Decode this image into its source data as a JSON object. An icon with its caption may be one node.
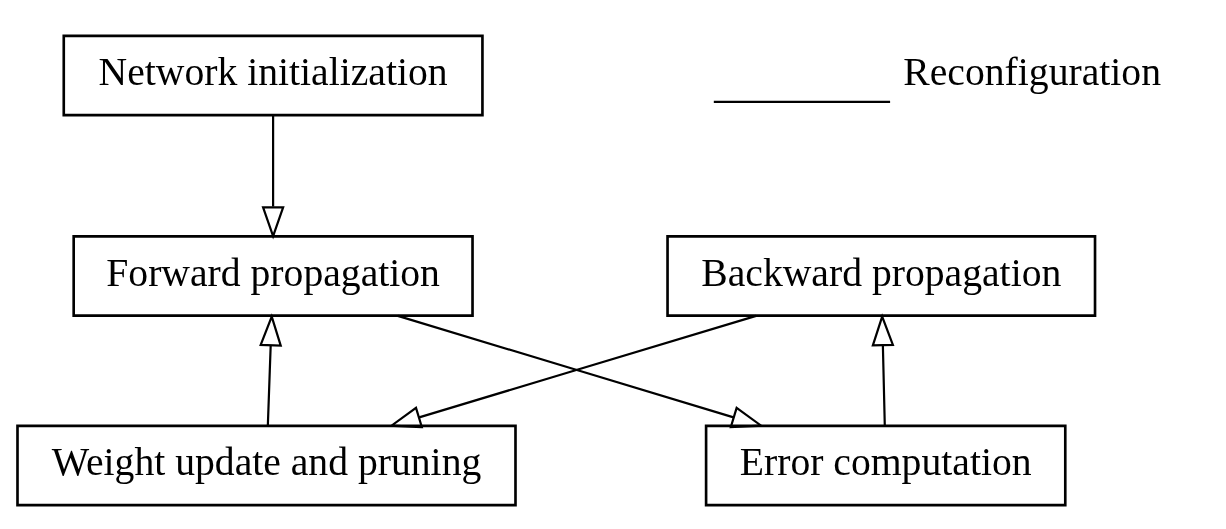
{
  "diagram": {
    "nodes": [
      {
        "text": [
          "Network initialization"
        ]
      },
      {
        "text": [
          "Weight update and pruning"
        ]
      },
      {
        "text": [
          "Forward propagation"
        ]
      },
      {
        "text": [
          "Backward propagation"
        ]
      },
      {
        "text": [
          "Error computation"
        ]
      }
    ],
    "edges": [
      {
        "from": 0,
        "to": 2,
        "arrow": "to"
      },
      {
        "from": 1,
        "to": 2,
        "arrow": "to"
      },
      {
        "from": 2,
        "to": 4,
        "arrow": "to"
      },
      {
        "from": 4,
        "to": 3,
        "arrow": "to"
      },
      {
        "from": 3,
        "to": 1,
        "arrow": "to"
      }
    ],
    "legend": [
      {
        "text": "Reconfiguration"
      }
    ]
  }
}
